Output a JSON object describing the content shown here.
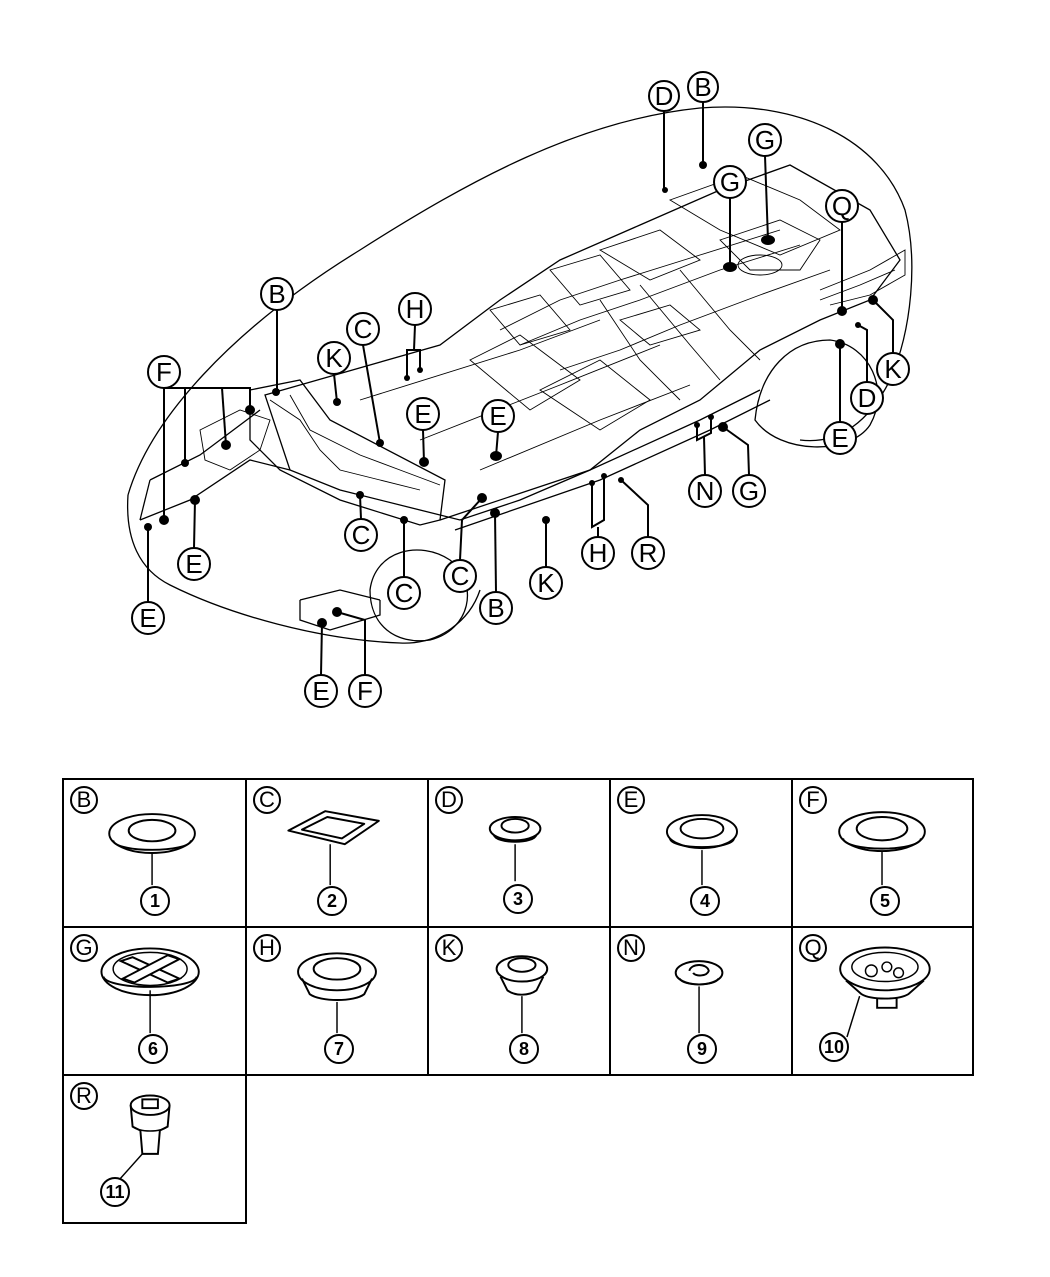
{
  "callouts": [
    {
      "letter": "D"
    },
    {
      "letter": "B"
    },
    {
      "letter": "G"
    },
    {
      "letter": "G"
    },
    {
      "letter": "Q"
    },
    {
      "letter": "K"
    },
    {
      "letter": "D"
    },
    {
      "letter": "E"
    },
    {
      "letter": "B"
    },
    {
      "letter": "C"
    },
    {
      "letter": "H"
    },
    {
      "letter": "K"
    },
    {
      "letter": "E"
    },
    {
      "letter": "E"
    },
    {
      "letter": "F"
    },
    {
      "letter": "C"
    },
    {
      "letter": "E"
    },
    {
      "letter": "E"
    },
    {
      "letter": "C"
    },
    {
      "letter": "C"
    },
    {
      "letter": "B"
    },
    {
      "letter": "K"
    },
    {
      "letter": "H"
    },
    {
      "letter": "R"
    },
    {
      "letter": "N"
    },
    {
      "letter": "G"
    },
    {
      "letter": "E"
    },
    {
      "letter": "F"
    }
  ],
  "parts": [
    {
      "letter": "B",
      "number": "1"
    },
    {
      "letter": "C",
      "number": "2"
    },
    {
      "letter": "D",
      "number": "3"
    },
    {
      "letter": "E",
      "number": "4"
    },
    {
      "letter": "F",
      "number": "5"
    },
    {
      "letter": "G",
      "number": "6"
    },
    {
      "letter": "H",
      "number": "7"
    },
    {
      "letter": "K",
      "number": "8"
    },
    {
      "letter": "N",
      "number": "9"
    },
    {
      "letter": "Q",
      "number": "10"
    },
    {
      "letter": "R",
      "number": "11"
    }
  ]
}
